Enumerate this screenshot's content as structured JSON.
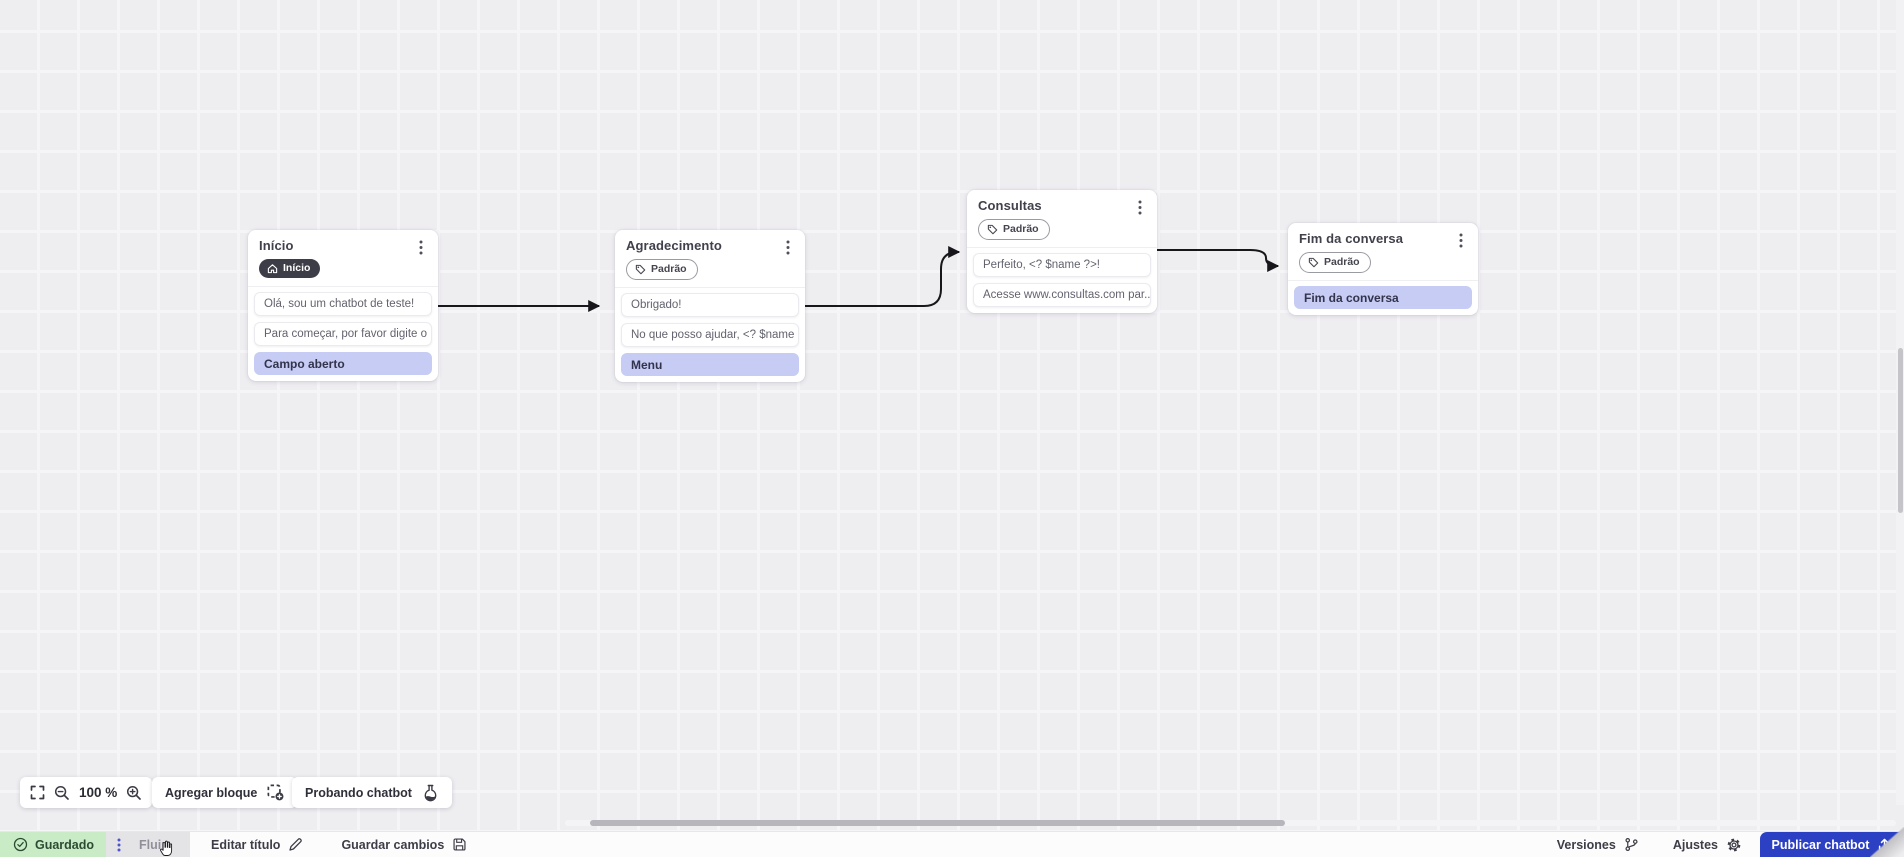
{
  "canvas": {
    "nodes": [
      {
        "title": "Início",
        "badge": {
          "label": "Início",
          "style": "dark",
          "icon": "home-icon"
        },
        "messages": [
          {
            "text": "Olá, sou um chatbot de teste!",
            "highlighted": false
          },
          {
            "text": "Para começar, por favor digite o ...",
            "highlighted": false
          },
          {
            "text": "Campo aberto",
            "highlighted": true
          }
        ]
      },
      {
        "title": "Agradecimento",
        "badge": {
          "label": "Padrão",
          "style": "outline",
          "icon": "tag-icon"
        },
        "messages": [
          {
            "text": "Obrigado!",
            "highlighted": false
          },
          {
            "text": "No que posso ajudar, <? $name ...",
            "highlighted": false
          },
          {
            "text": "Menu",
            "highlighted": true
          }
        ]
      },
      {
        "title": "Consultas",
        "badge": {
          "label": "Padrão",
          "style": "outline",
          "icon": "tag-icon"
        },
        "messages": [
          {
            "text": "Perfeito, <? $name ?>!",
            "highlighted": false
          },
          {
            "text": "Acesse www.consultas.com par...",
            "highlighted": false
          }
        ]
      },
      {
        "title": "Fim da conversa",
        "badge": {
          "label": "Padrão",
          "style": "outline",
          "icon": "tag-icon"
        },
        "messages": [
          {
            "text": "Fim da conversa",
            "highlighted": true
          }
        ]
      }
    ]
  },
  "toolbar": {
    "zoom_level": "100 %",
    "add_block_label": "Agregar bloque",
    "test_chatbot_label": "Probando chatbot"
  },
  "statusbar": {
    "saved_label": "Guardado",
    "flow_tab_label": "Fluir",
    "edit_title_label": "Editar título",
    "save_changes_label": "Guardar cambios",
    "versions_label": "Versiones",
    "settings_label": "Ajustes",
    "publish_label": "Publicar chatbot"
  },
  "colors": {
    "accent_blue": "#2c40c4",
    "highlight_lavender": "#c6ccf4",
    "badge_dark": "#3d3d47",
    "saved_green_bg": "#c9ecc6",
    "saved_green_text": "#2d4b33",
    "arrow_black": "#17171b",
    "canvas_bg": "#eeedf0"
  }
}
